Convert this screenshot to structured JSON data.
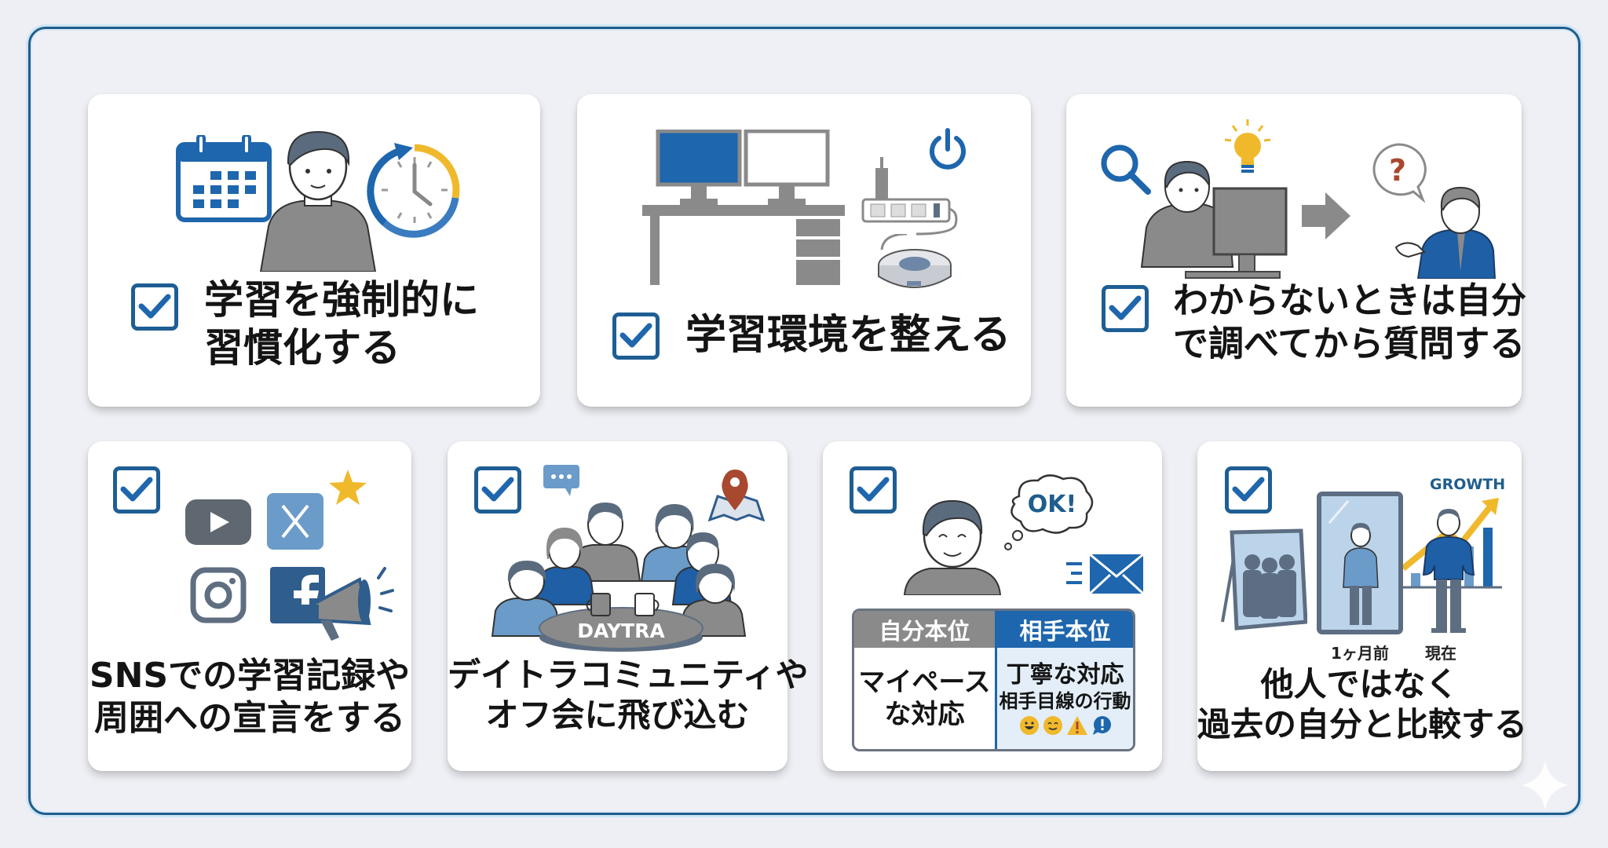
{
  "colors": {
    "background": "#eeeff4",
    "frame_border": "#1f5d8c",
    "accent_blue": "#1e66ad",
    "gray": "#8f8f8f",
    "yellow": "#f0b92c",
    "text": "#141414"
  },
  "cards": [
    {
      "id": "habit",
      "checked": true,
      "icons": [
        "calendar-icon",
        "person-icon",
        "clock-refresh-icon"
      ],
      "label_lines": [
        "学習を強制的に",
        "習慣化する"
      ]
    },
    {
      "id": "environment",
      "checked": true,
      "icons": [
        "dual-monitor-desk-icon",
        "power-strip-icon",
        "power-icon",
        "robot-vacuum-icon"
      ],
      "label_lines": [
        "学習環境を整える"
      ]
    },
    {
      "id": "self-research",
      "checked": true,
      "icons": [
        "magnifier-icon",
        "lightbulb-icon",
        "person-at-computer-icon",
        "arrow-right-icon",
        "question-bubble-icon",
        "mentor-icon"
      ],
      "label_lines": [
        "わからないときは自分",
        "で調べてから質問する"
      ]
    },
    {
      "id": "sns",
      "checked": true,
      "icons": [
        "youtube-icon",
        "x-icon",
        "star-icon",
        "instagram-icon",
        "facebook-icon",
        "megaphone-icon"
      ],
      "label_lines": [
        "SNSでの学習記録や",
        "周囲への宣言をする"
      ]
    },
    {
      "id": "community",
      "checked": true,
      "icons": [
        "chat-bubble-icon",
        "group-people-icon",
        "map-pin-icon",
        "coffee-mug-icon"
      ],
      "table_sign": "DAYTRA",
      "label_lines": [
        "デイトラコミュニティや",
        "オフ会に飛び込む"
      ]
    },
    {
      "id": "attitude",
      "checked": true,
      "icons": [
        "smiling-person-icon",
        "thought-bubble-icon",
        "mail-icon"
      ],
      "thought_text": "OK!",
      "table": {
        "left_header": "自分本位",
        "left_body": [
          "マイペース",
          "な対応"
        ],
        "right_header": "相手本位",
        "right_body": [
          "丁寧な対応",
          "相手目線の行動"
        ],
        "right_icons": [
          "grin-emoji-icon",
          "smile-emoji-icon",
          "warning-icon",
          "exclamation-bubble-icon"
        ]
      }
    },
    {
      "id": "compare-self",
      "checked": true,
      "icons": [
        "mirror-others-icon",
        "mirror-past-self-icon",
        "present-self-icon",
        "growth-chart-icon"
      ],
      "growth_label": "GROWTH",
      "caption_past": "1ヶ月前",
      "caption_now": "現在",
      "label_lines": [
        "他人ではなく",
        "過去の自分と比較する"
      ]
    }
  ]
}
